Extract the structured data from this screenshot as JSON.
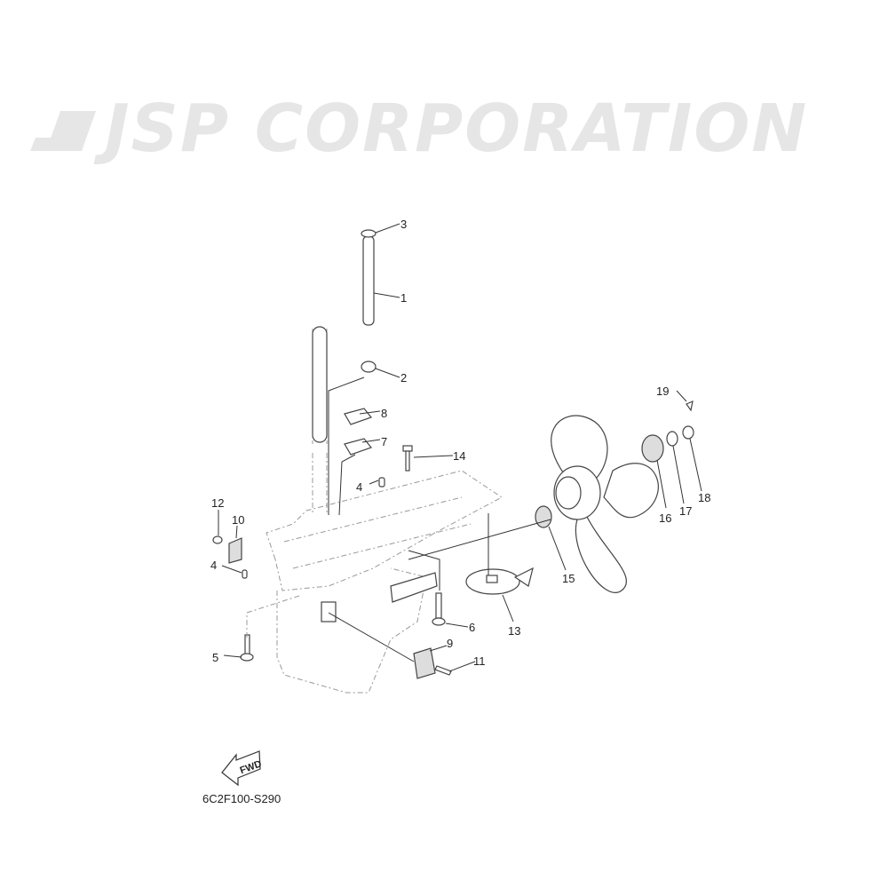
{
  "watermark": {
    "text": "JSP CORPORATION"
  },
  "diagram_code": "6C2F100-S290",
  "fwd_arrow": {
    "label": "FWD"
  },
  "callouts": [
    {
      "id": "3"
    },
    {
      "id": "1"
    },
    {
      "id": "2"
    },
    {
      "id": "8"
    },
    {
      "id": "7"
    },
    {
      "id": "14"
    },
    {
      "id": "4"
    },
    {
      "id": "12"
    },
    {
      "id": "10"
    },
    {
      "id": "4"
    },
    {
      "id": "5"
    },
    {
      "id": "6"
    },
    {
      "id": "13"
    },
    {
      "id": "9"
    },
    {
      "id": "11"
    },
    {
      "id": "15"
    },
    {
      "id": "16"
    },
    {
      "id": "17"
    },
    {
      "id": "18"
    },
    {
      "id": "19"
    }
  ]
}
